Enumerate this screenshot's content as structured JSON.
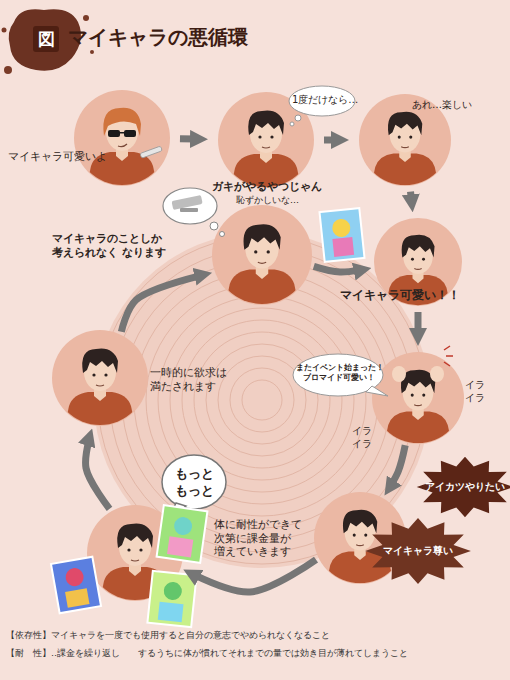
{
  "diagram": {
    "title": "マイキャラの悪循環",
    "nodes": [
      {
        "text": [
          "マイキャラ可愛いよ"
        ]
      },
      {
        "text": [
          "1度だけなら…",
          "ガキがやるやつじゃん",
          "恥ずかしいな…"
        ]
      },
      {
        "text": [
          "あれ…楽しい"
        ]
      },
      {
        "text": [
          "マイキャラのことしか 考えられなく なります"
        ]
      },
      {
        "text": [
          "マイキャラ可愛い！！"
        ]
      },
      {
        "text": [
          "またイベント始まった！ ブロマイド可愛い！",
          "イラ イラ",
          "イラ イラ"
        ]
      },
      {
        "text": [
          "アイカツやりたい",
          "マイキャラ尊い"
        ]
      },
      {
        "text": [
          "もっと もっと",
          "体に耐性ができて 次第に課金量が 増えていきます"
        ]
      },
      {
        "text": [
          "一時的に欲求は 満たされます"
        ]
      }
    ],
    "edges": [
      {
        "from": 0,
        "to": 1,
        "arrow": "to"
      },
      {
        "from": 1,
        "to": 2,
        "arrow": "to"
      },
      {
        "from": 2,
        "to": 4,
        "arrow": "to"
      },
      {
        "from": 4,
        "to": 5,
        "arrow": "to"
      },
      {
        "from": 5,
        "to": 6,
        "arrow": "to"
      },
      {
        "from": 6,
        "to": 7,
        "arrow": "to"
      },
      {
        "from": 7,
        "to": 8,
        "arrow": "to"
      },
      {
        "from": 8,
        "to": 3,
        "arrow": "to"
      },
      {
        "from": 3,
        "to": 4,
        "arrow": "to"
      }
    ],
    "labels": [
      "図",
      "【依存性】マイキャラを一度でも使用すると自分の意志でやめられなくなること",
      "【耐　性】‥課金を繰り返し　　するうちに体が慣れてそれまでの量では効き目が薄れてしまうこと"
    ]
  }
}
